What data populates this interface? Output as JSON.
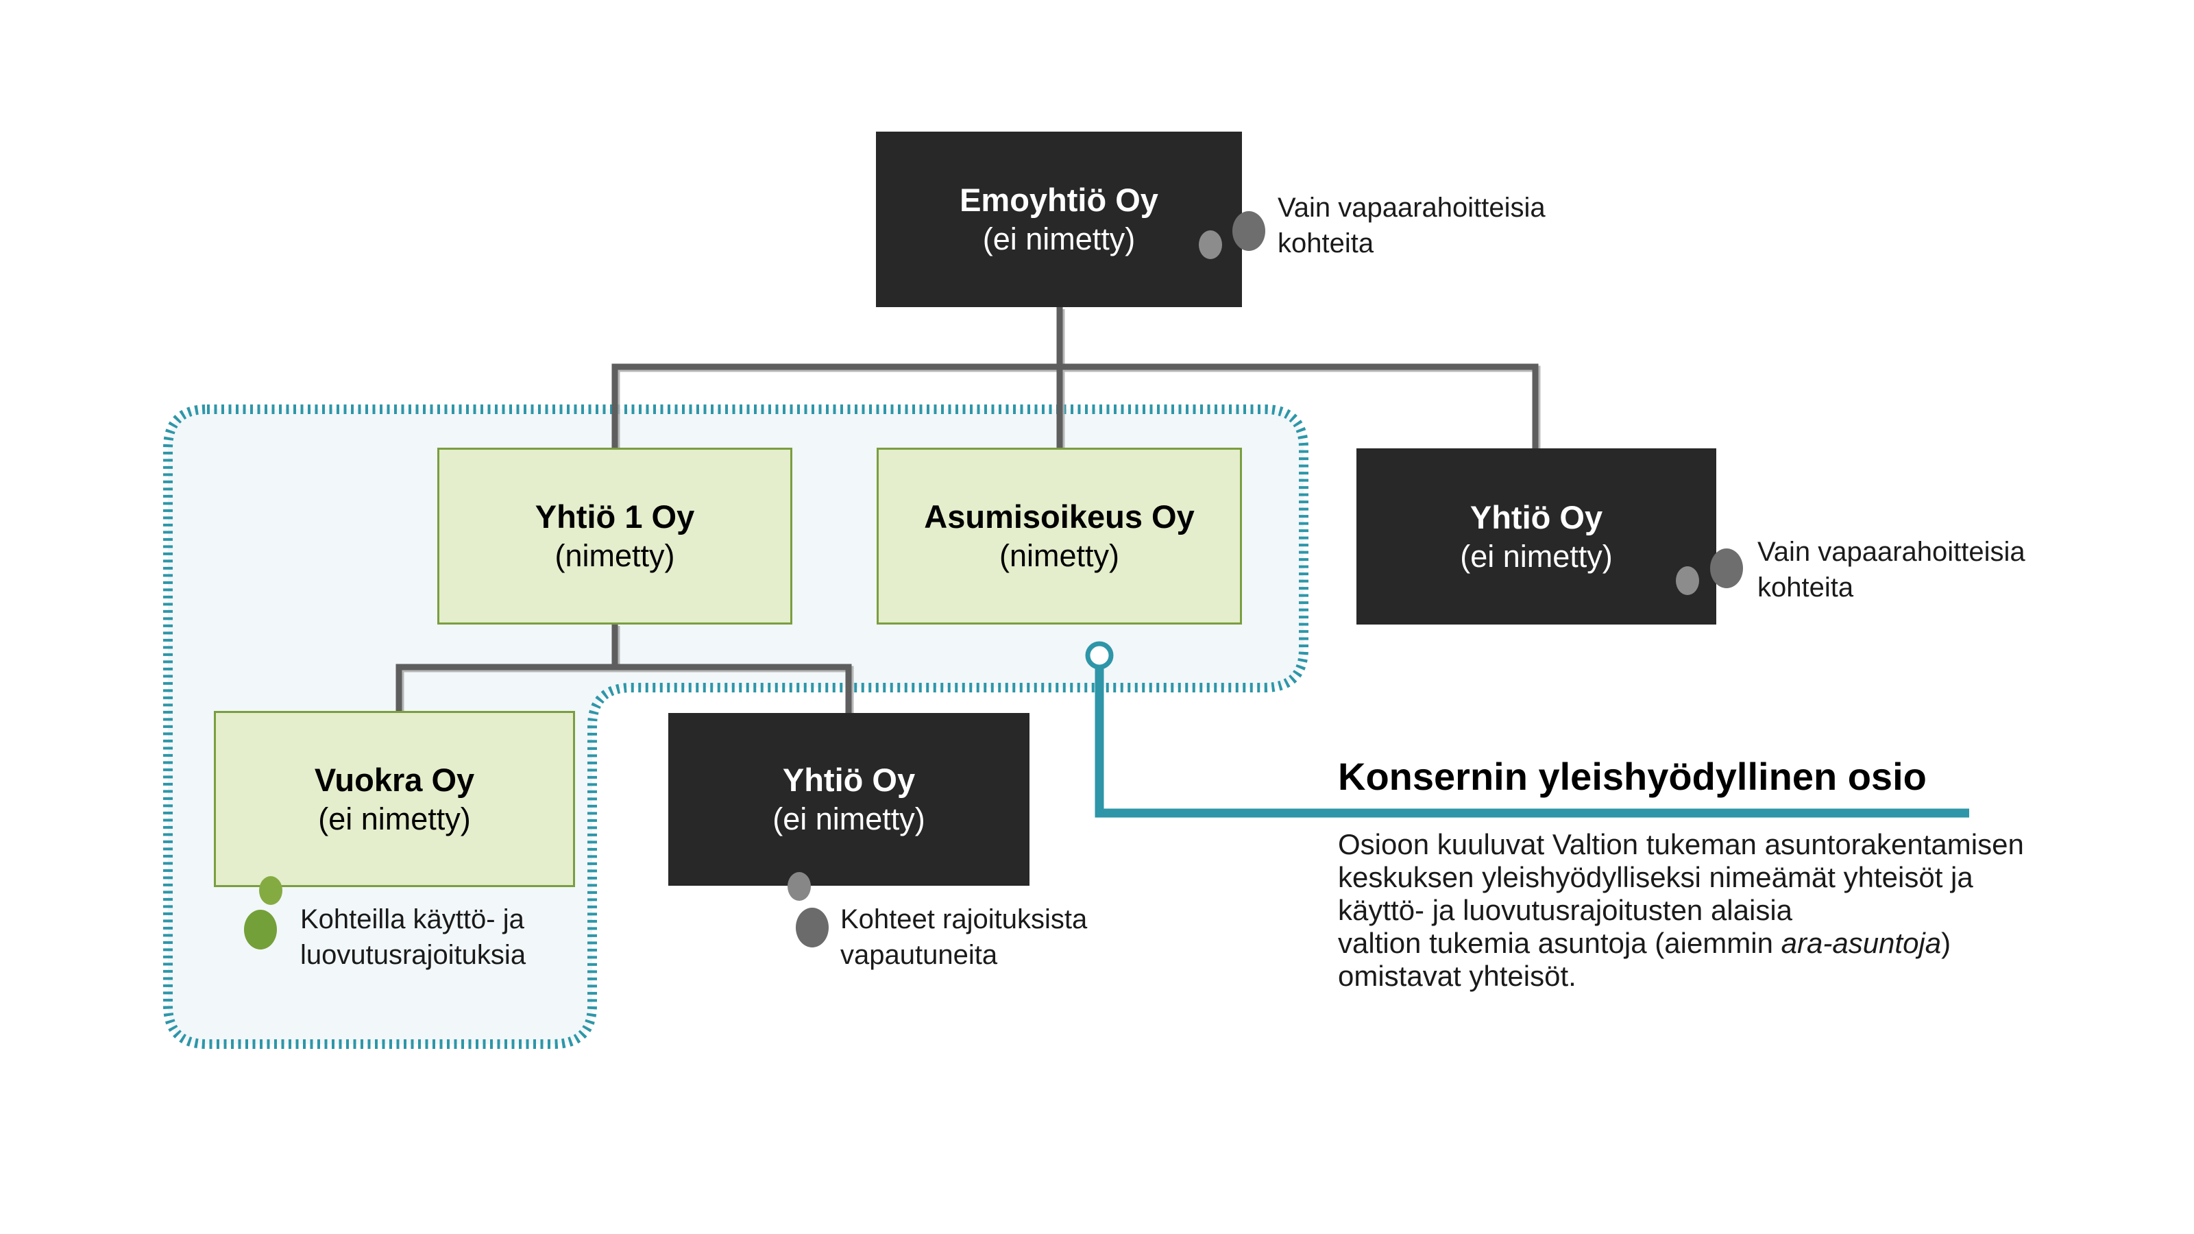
{
  "diagram": {
    "boxes": {
      "parent": {
        "title": "Emoyhtiö Oy",
        "subtitle": "(ei nimetty)"
      },
      "company1": {
        "title": "Yhtiö 1 Oy",
        "subtitle": "(nimetty)"
      },
      "asumisoikeus": {
        "title": "Asumisoikeus Oy",
        "subtitle": "(nimetty)"
      },
      "company_right": {
        "title": "Yhtiö Oy",
        "subtitle": "(ei nimetty)"
      },
      "vuokra": {
        "title": "Vuokra Oy",
        "subtitle": "(ei nimetty)"
      },
      "company_bottom": {
        "title": "Yhtiö Oy",
        "subtitle": "(ei nimetty)"
      }
    },
    "annotations": {
      "parent_note": {
        "line1": "Vain vapaarahoitteisia",
        "line2": "kohteita"
      },
      "right_note": {
        "line1": "Vain vapaarahoitteisia",
        "line2": "kohteita"
      },
      "vuokra_note": {
        "line1": "Kohteilla käyttö- ja",
        "line2": "luovutusrajoituksia"
      },
      "released_note": {
        "line1": "Kohteet rajoituksista",
        "line2": "vapautuneita"
      }
    },
    "section": {
      "heading": "Konsernin yleishyödyllinen osio",
      "line1": "Osioon kuuluvat Valtion tukeman asuntorakentamisen",
      "line2": "keskuksen yleishyödylliseksi nimeämät yhteisöt ja",
      "line3": "käyttö- ja luovutusrajoitusten alaisia",
      "line4_pre": "valtion tukemia asuntoja (aiemmin ",
      "line4_italic": "ara-asuntoja",
      "line4_post": ")",
      "line5": "omistavat yhteisöt."
    },
    "colors": {
      "dark_box": "#282828",
      "green_box_fill": "#e4edcc",
      "green_box_border": "#7a9e3f",
      "teal": "#2e96a8",
      "region_fill": "#f2f7f9",
      "connector_gray": "#5e5e5e",
      "dot_gray_dark": "#6e6e6e",
      "dot_gray_light": "#8c8c8c",
      "dot_green": "#7aa53e"
    }
  }
}
